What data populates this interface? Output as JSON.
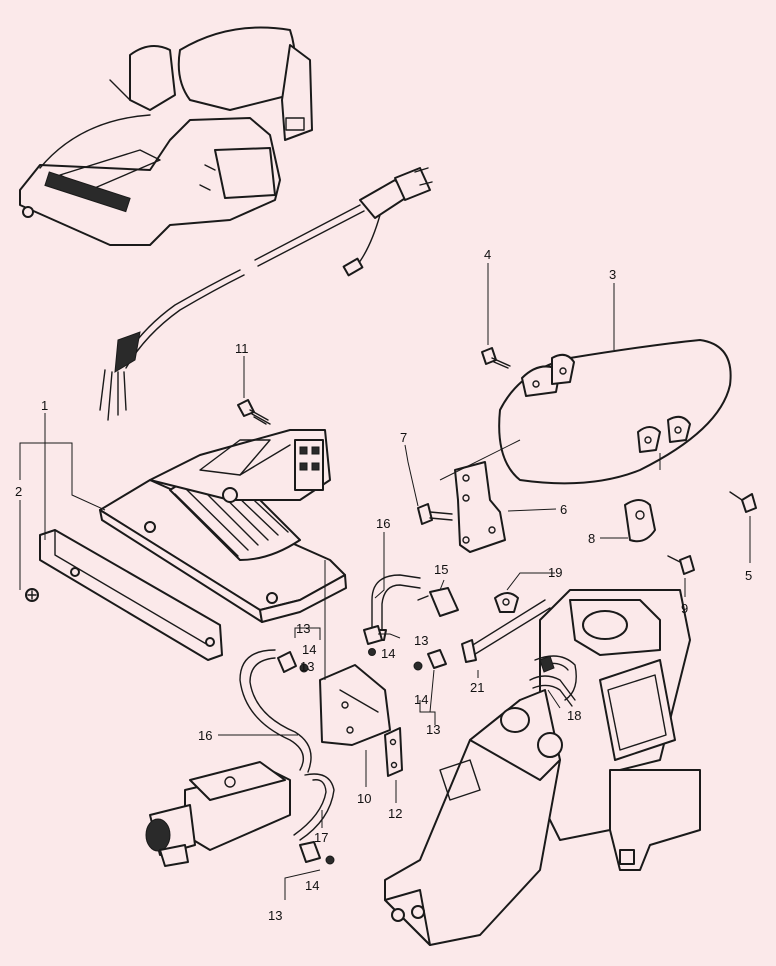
{
  "colors": {
    "background": "#fbe9ea",
    "ink": "#1a1a1a"
  },
  "callouts": {
    "c1": "1",
    "c2": "2",
    "c3": "3",
    "c4": "4",
    "c5": "5",
    "c6": "6",
    "c7": "7",
    "c8": "8",
    "c9": "9",
    "c10": "10",
    "c11": "11",
    "c12": "12",
    "c13a": "13",
    "c13b": "13",
    "c13c": "13",
    "c13d": "13",
    "c13e": "13",
    "c14a": "14",
    "c14b": "14",
    "c14c": "14",
    "c14d": "14",
    "c15": "15",
    "c16a": "16",
    "c16b": "16",
    "c17": "17",
    "c18": "18",
    "c19": "19",
    "c21": "21"
  }
}
